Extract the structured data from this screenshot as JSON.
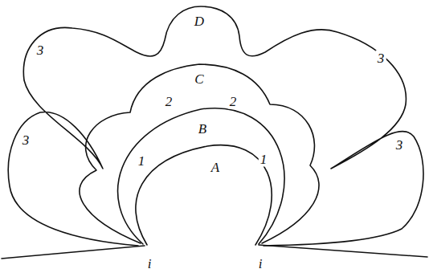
{
  "diagram": {
    "labels": [
      "D",
      "3",
      "3",
      "C",
      "2",
      "2",
      "3",
      "3",
      "B",
      "1",
      "1",
      "A",
      "i",
      "i"
    ]
  }
}
